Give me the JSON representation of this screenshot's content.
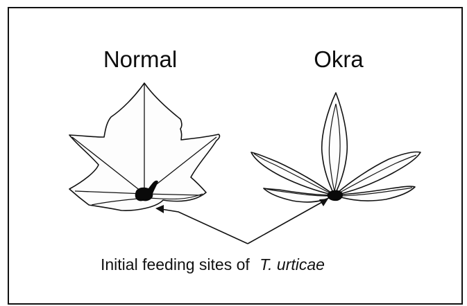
{
  "labels": {
    "normal_title": "Normal",
    "okra_title": "Okra",
    "caption_text": "Initial feeding sites of",
    "caption_species": "T. urticae"
  }
}
